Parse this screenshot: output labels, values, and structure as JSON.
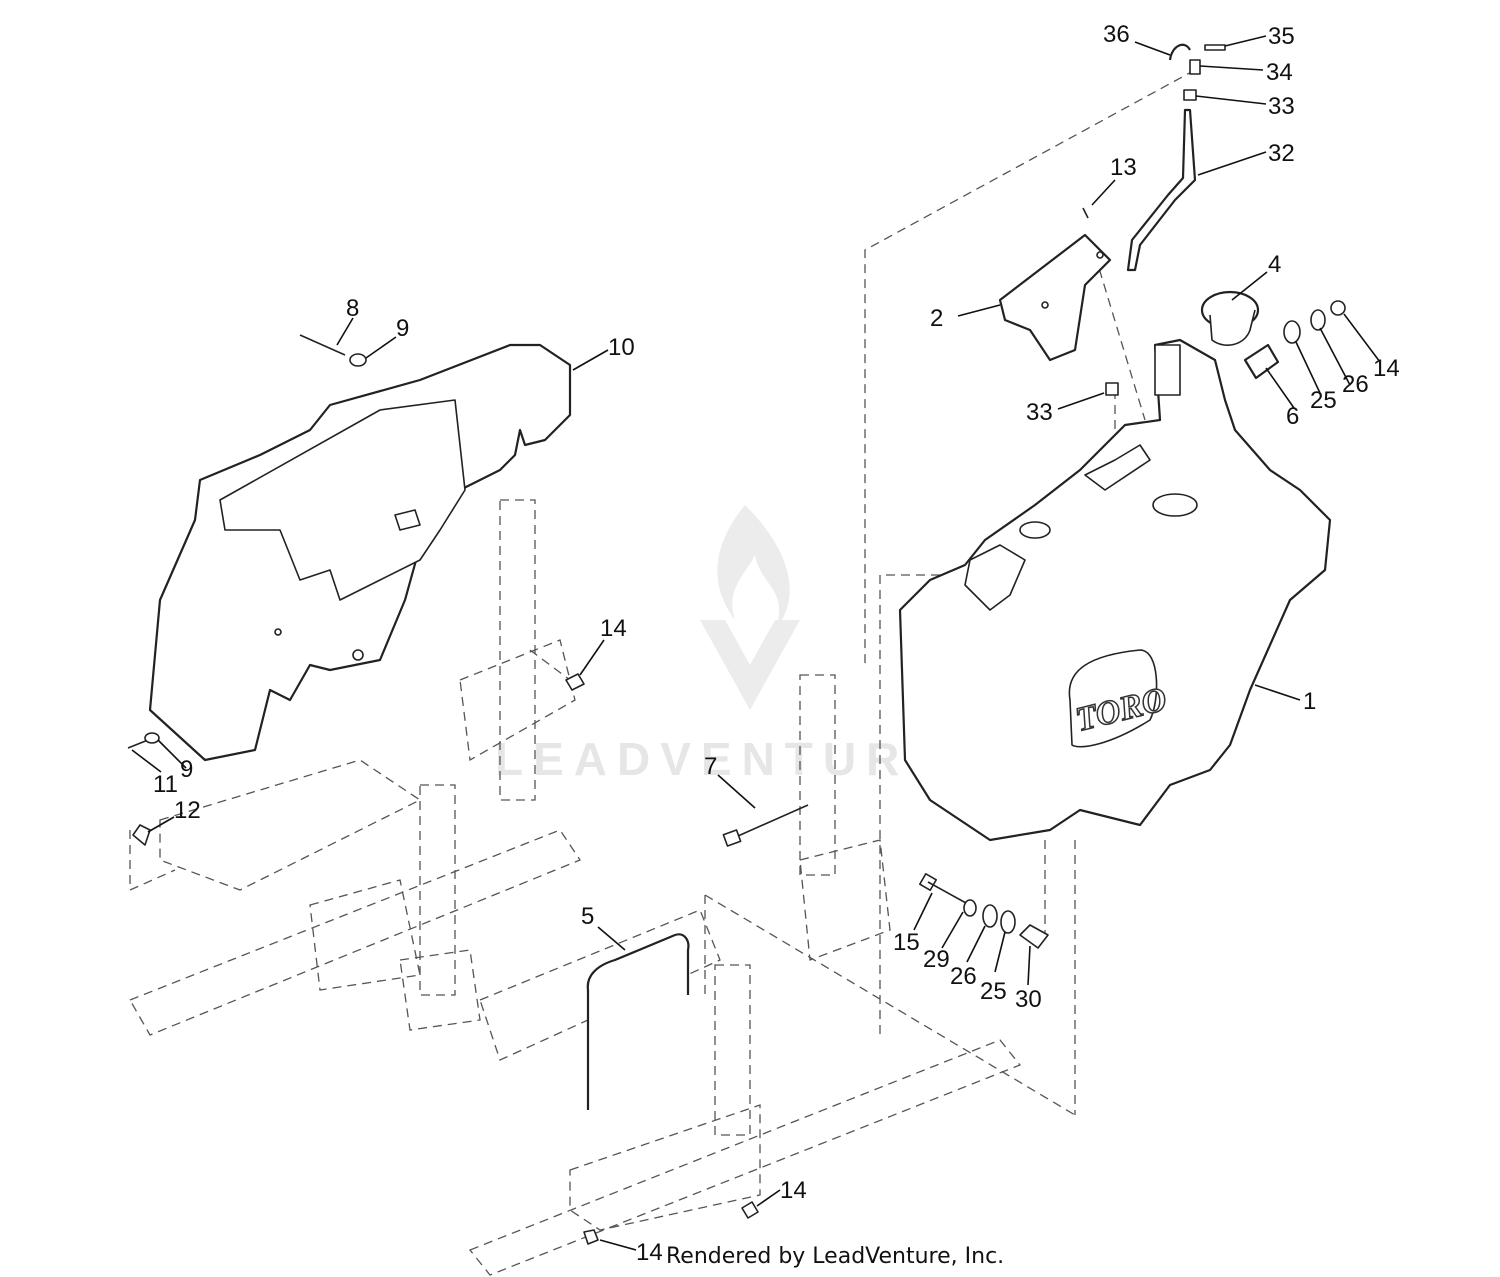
{
  "callouts": [
    {
      "id": "c36",
      "label": "36"
    },
    {
      "id": "c35",
      "label": "35"
    },
    {
      "id": "c34",
      "label": "34"
    },
    {
      "id": "c33a",
      "label": "33"
    },
    {
      "id": "c32",
      "label": "32"
    },
    {
      "id": "c13",
      "label": "13"
    },
    {
      "id": "c4",
      "label": "4"
    },
    {
      "id": "c2",
      "label": "2"
    },
    {
      "id": "c14a",
      "label": "14"
    },
    {
      "id": "c26a",
      "label": "26"
    },
    {
      "id": "c25a",
      "label": "25"
    },
    {
      "id": "c6",
      "label": "6"
    },
    {
      "id": "c33b",
      "label": "33"
    },
    {
      "id": "c8",
      "label": "8"
    },
    {
      "id": "c9a",
      "label": "9"
    },
    {
      "id": "c10",
      "label": "10"
    },
    {
      "id": "c14b",
      "label": "14"
    },
    {
      "id": "c1",
      "label": "1"
    },
    {
      "id": "c11",
      "label": "11"
    },
    {
      "id": "c9b",
      "label": "9"
    },
    {
      "id": "c12",
      "label": "12"
    },
    {
      "id": "c7",
      "label": "7"
    },
    {
      "id": "c5",
      "label": "5"
    },
    {
      "id": "c15",
      "label": "15"
    },
    {
      "id": "c29",
      "label": "29"
    },
    {
      "id": "c26b",
      "label": "26"
    },
    {
      "id": "c25b",
      "label": "25"
    },
    {
      "id": "c30",
      "label": "30"
    },
    {
      "id": "c14c",
      "label": "14"
    },
    {
      "id": "c14d",
      "label": "14"
    }
  ],
  "tank_brand": "TORO",
  "watermark": {
    "text": "LEADVENTURE"
  },
  "footer": {
    "credit": "Rendered by LeadVenture, Inc."
  }
}
